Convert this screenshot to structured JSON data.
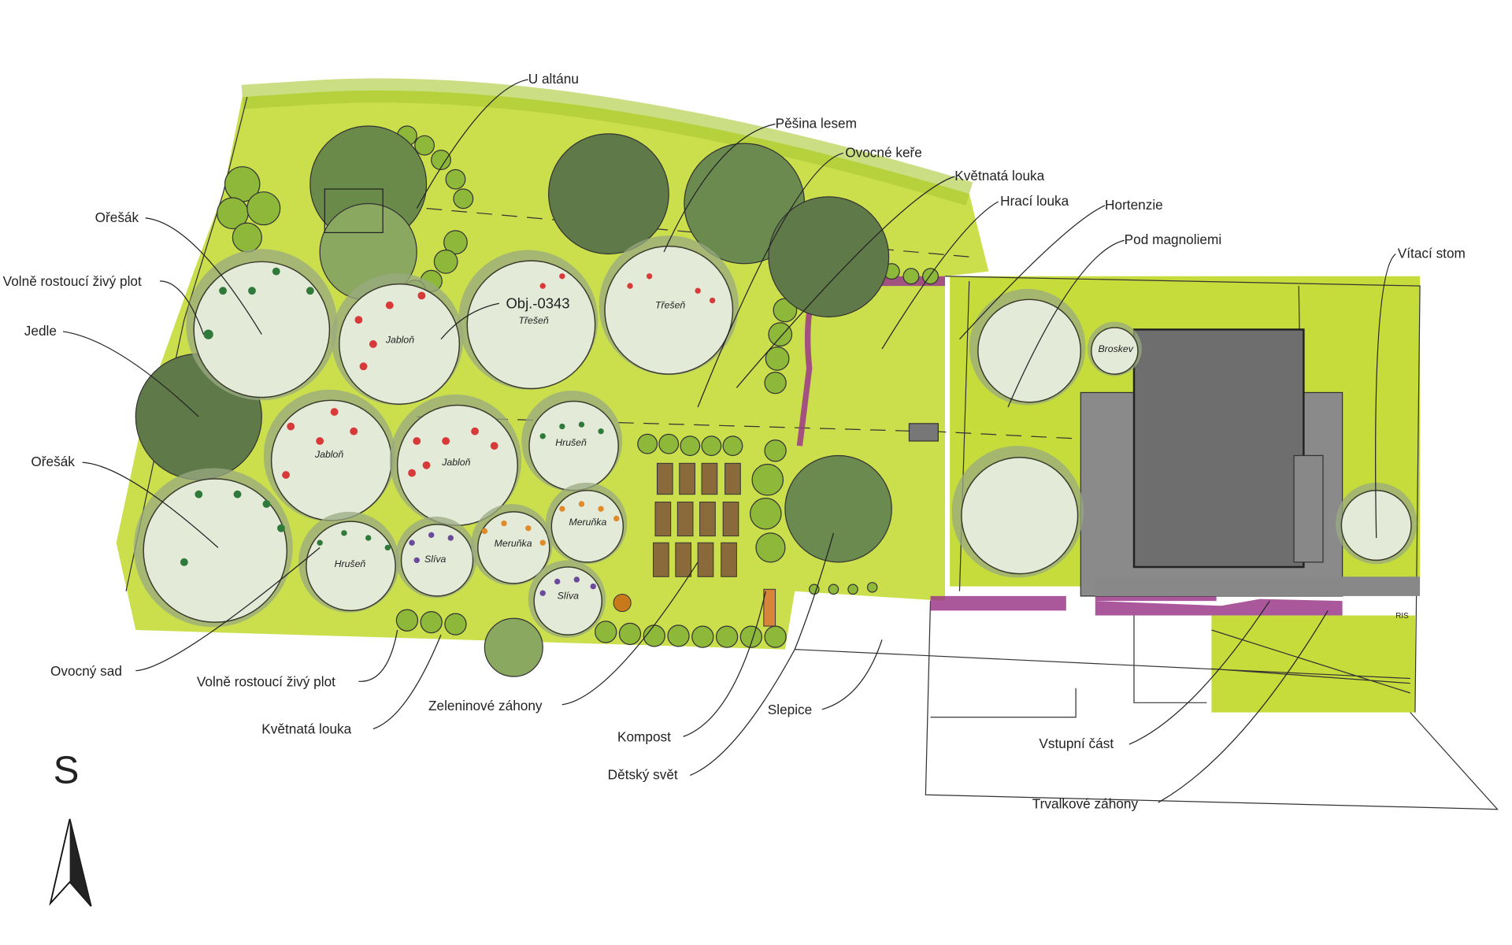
{
  "title": "Zahrada – Obj.-0343",
  "object_code": "Obj.-0343",
  "north_label": "S",
  "labels": {
    "u_altanu": "U altánu",
    "pesina_lesem": "Pěšina lesem",
    "ovocne_kere": "Ovocné keře",
    "kvetnata_louka_top": "Květnatá louka",
    "hraci_louka": "Hrací louka",
    "hortenzie": "Hortenzie",
    "pod_magnoliemi": "Pod magnoliemi",
    "vitaci_strom": "Vítací stom",
    "oresak_top": "Ořešák",
    "ziv_plot_left": "Volně rostoucí živý plot",
    "jedle": "Jedle",
    "oresak_bottom": "Ořešák",
    "ovocny_sad": "Ovocný sad",
    "ziv_plot_bottom": "Volně rostoucí živý plot",
    "kvetnata_louka_bottom": "Květnatá louka",
    "zeleninove_zahony": "Zeleninové záhony",
    "kompost": "Kompost",
    "detsky_svet": "Dětský svět",
    "slepice": "Slepice",
    "vstupni_cast": "Vstupní část",
    "trvalkove_zahony": "Trvalkové záhony"
  },
  "trees": {
    "jablon_1": "Jabloň",
    "tresen_1": "Třešeň",
    "tresen_2": "Třešeň",
    "jablon_2": "Jabloň",
    "jablon_3": "Jabloň",
    "hrusen_1": "Hrušeň",
    "hrusen_2": "Hrušeň",
    "meruna_1": "Meruňka",
    "meruna_2": "Meruňka",
    "sliva_1": "Slíva",
    "sliva_2": "Slíva",
    "broskev": "Broskev",
    "ris": "RIS"
  },
  "colors": {
    "lawn": "#c5dc3a",
    "crown": "#e4ead8",
    "house": "#6e6e6e",
    "perennials": "#9c3a8a",
    "apple": "#d83a3a",
    "pear": "#2f7a3a",
    "apricot": "#e08a2a",
    "plum": "#6a4a9a"
  }
}
